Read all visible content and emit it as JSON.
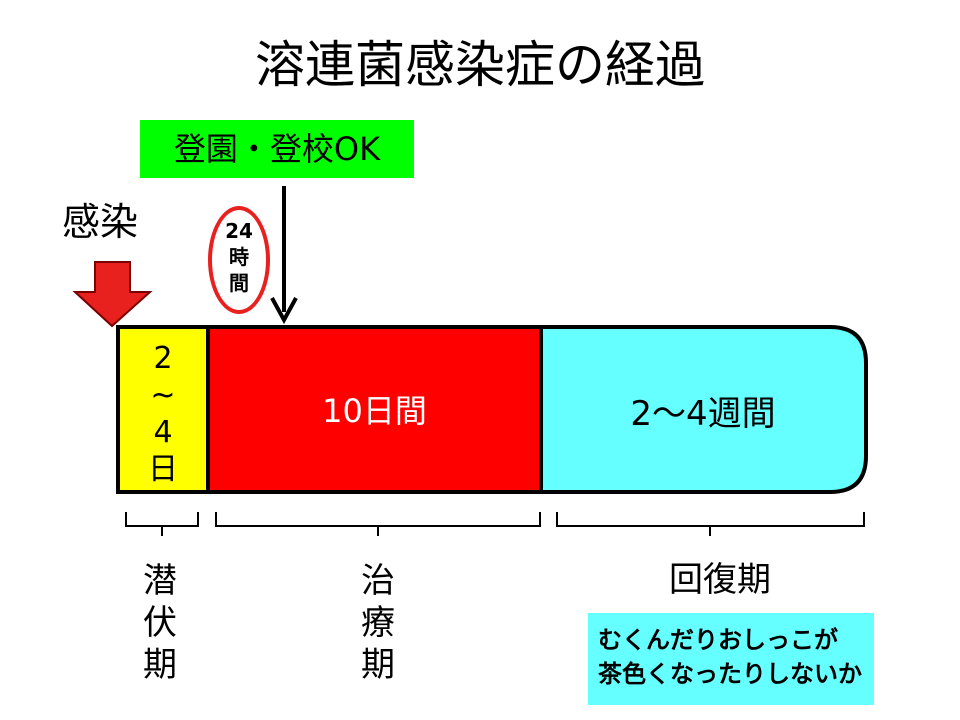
{
  "title": "溶連菌感染症の経過",
  "ok_label": "登園・登校OK",
  "infection_label": "感染",
  "hours_label": [
    "24",
    "時",
    "間"
  ],
  "bar": {
    "latent_label": [
      "2",
      "~",
      "4",
      "日"
    ],
    "treatment_label": "10日間",
    "recovery_label": "2～4週間"
  },
  "phases": {
    "latent": [
      "潜",
      "伏",
      "期"
    ],
    "treatment": [
      "治",
      "療",
      "期"
    ],
    "recovery": "回復期"
  },
  "note": [
    "むくんだりおしっこが",
    "茶色くなったりしないか"
  ],
  "colors": {
    "latent": "#ffff00",
    "treatment": "#ff0000",
    "recovery": "#66ffff",
    "ok": "#00ff00",
    "arrow": "#e8201e"
  }
}
